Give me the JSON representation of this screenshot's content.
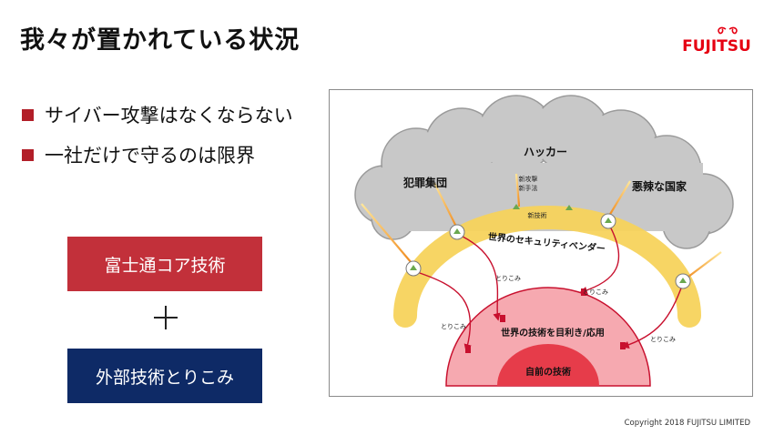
{
  "slide": {
    "title": "我々が置かれている状況",
    "logo_text": "FUJITSU",
    "bullets": [
      "サイバー攻撃はなくならない",
      "一社だけで守るのは限界"
    ],
    "box_core": "富士通コア技術",
    "box_external": "外部技術とりこみ",
    "copyright": "Copyright 2018 FUJITSU LIMITED"
  },
  "diagram": {
    "hacker": "ハッカー",
    "criminal": "犯罪集団",
    "state": "悪辣な国家",
    "new_attack": "新攻撃",
    "new_method": "新手法",
    "new_tech": "新技術",
    "vendors": "世界のセキュリティベンダー",
    "torikomi": "とりこみ",
    "evaluate": "世界の技術を目利き/応用",
    "own_tech": "自前の技術"
  },
  "colors": {
    "accent_red": "#b21e28",
    "box_red": "#c2303a",
    "box_navy": "#0e2a66",
    "band_yellow": "#f7d35c",
    "dome_pink": "#f6a9b0",
    "core_red": "#e63c4a",
    "cloud_gray": "#c8c8c8"
  }
}
